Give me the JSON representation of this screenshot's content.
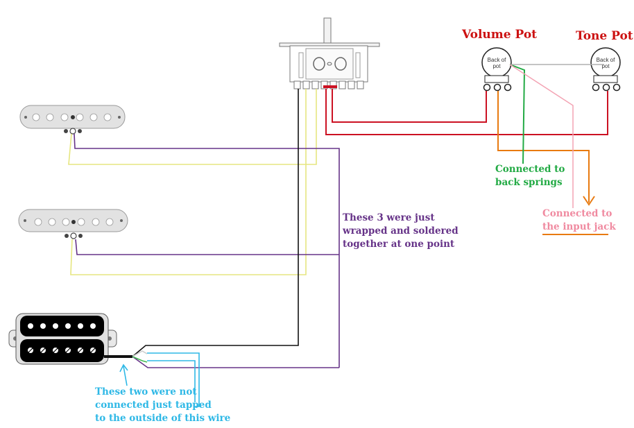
{
  "labels": {
    "volume_pot": "Volume Pot",
    "tone_pot": "Tone Pot",
    "pot_back_volume": [
      "Back of",
      "pot"
    ],
    "pot_back_tone": [
      "Back of",
      "pot"
    ],
    "note_three_wires": "These 3 were just\nwrapped and soldered\ntogether at one point",
    "note_back_springs": "Connected to\nback springs",
    "note_input_jack": "Connected to\nthe input jack",
    "note_two_wires": "These two were not\nconnected just tapped\nto the outside of this wire"
  },
  "colors": {
    "red_wire": "#cc1122",
    "orange_wire": "#e87a10",
    "green_wire": "#22aa44",
    "pink_wire": "#f3a3b3",
    "purple_wire": "#663388",
    "yellow_wire": "#e6e680",
    "black_wire": "#111111",
    "cyan_wire": "#2eb8e6",
    "gray_wire": "#b0b0b0",
    "title_red": "#cc1111",
    "note_purple": "#663388",
    "note_green": "#22aa44",
    "note_pink": "#f08aa0",
    "note_cyan": "#2eb8e6"
  }
}
